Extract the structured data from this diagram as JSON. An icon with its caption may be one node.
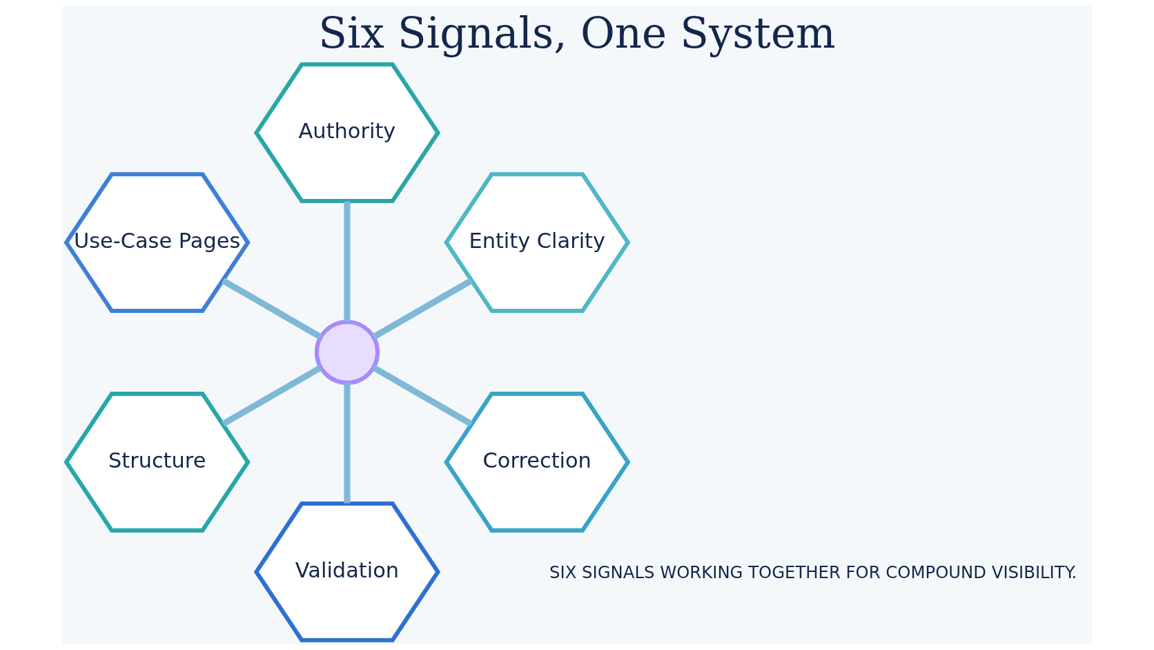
{
  "diagram": {
    "title": "Six Signals, One System",
    "nodes": [
      {
        "text": [
          "Entity Clarity"
        ]
      },
      {
        "text": [
          "Authority"
        ]
      },
      {
        "text": [
          "Use-Case Pages"
        ]
      },
      {
        "text": [],
        "shape": "circle"
      },
      {
        "text": [
          "Structure"
        ]
      },
      {
        "text": [
          "Validation"
        ]
      },
      {
        "text": [
          "Correction"
        ]
      }
    ],
    "edges": [
      {
        "from": 3,
        "to": 0,
        "arrow": "none"
      },
      {
        "from": 3,
        "to": 1,
        "arrow": "none"
      },
      {
        "from": 3,
        "to": 2,
        "arrow": "none"
      },
      {
        "from": 3,
        "to": 4,
        "arrow": "none"
      },
      {
        "from": 3,
        "to": 5,
        "arrow": "none"
      },
      {
        "from": 3,
        "to": 6,
        "arrow": "none"
      }
    ],
    "labels": [
      "SIX SIGNALS WORKING TOGETHER FOR COMPOUND VISIBILITY."
    ]
  }
}
